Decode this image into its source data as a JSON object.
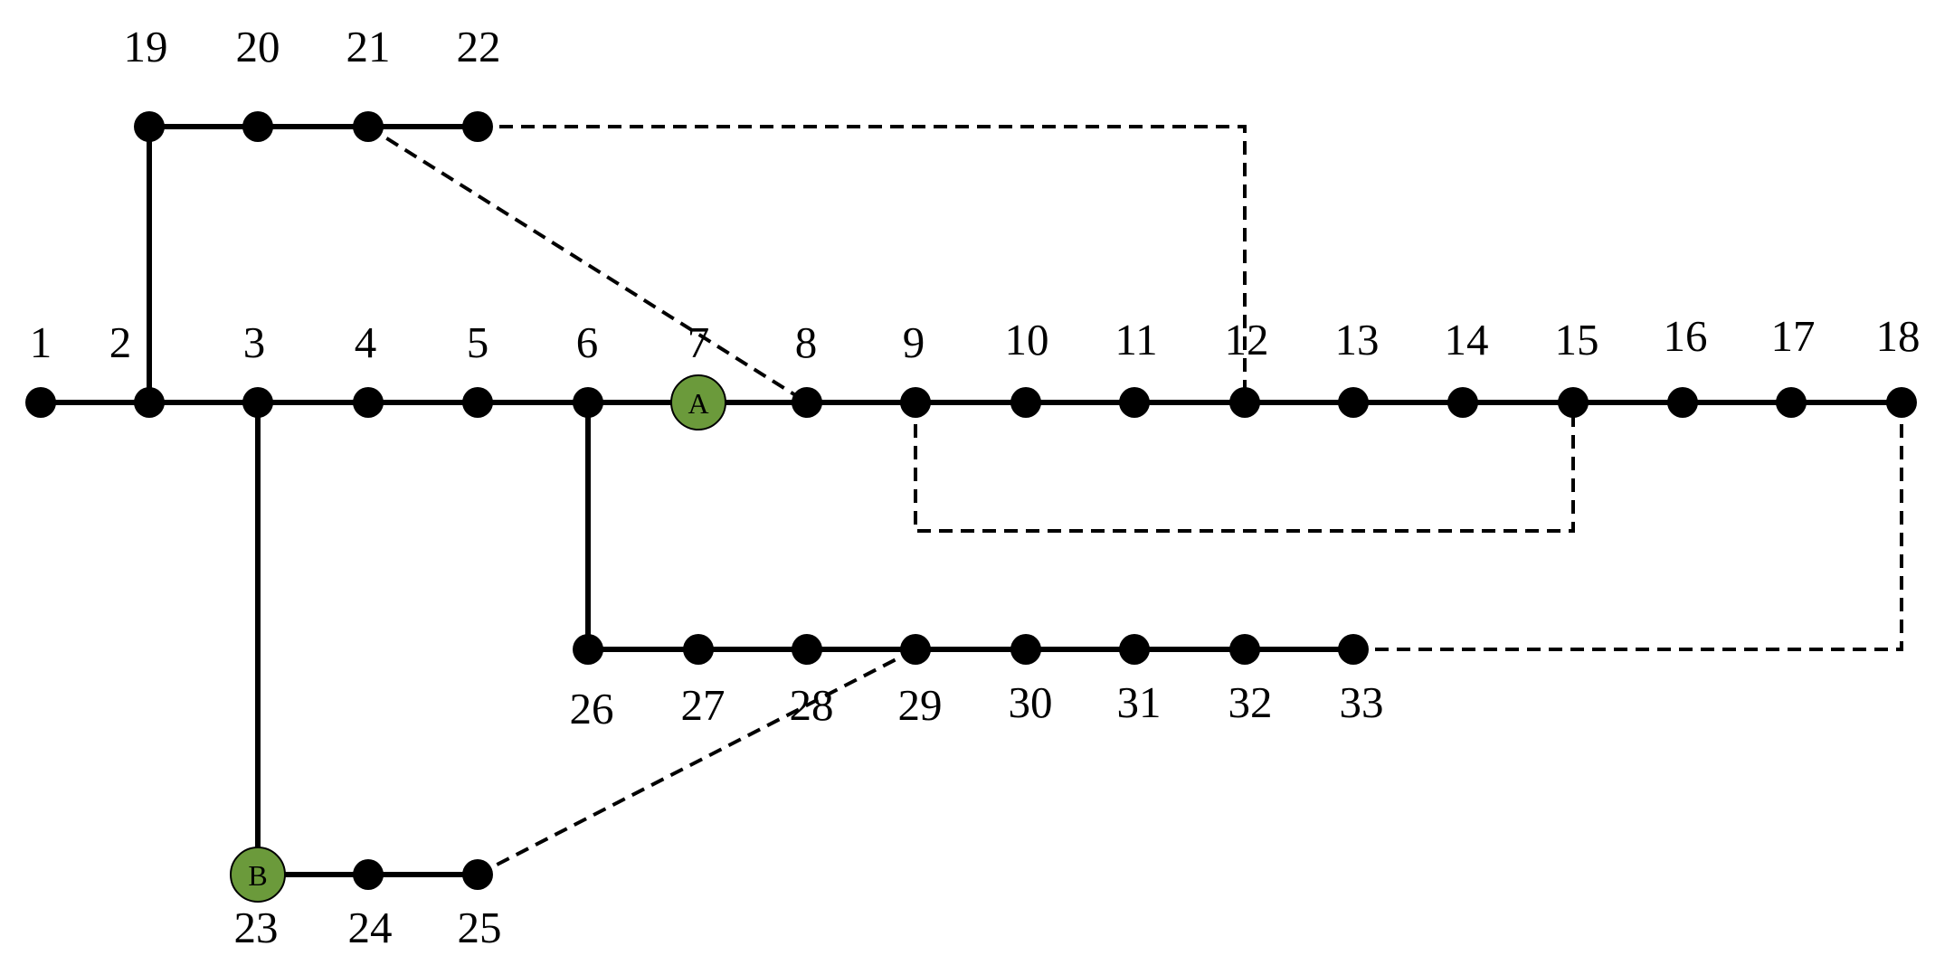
{
  "diagram": {
    "nodes": [
      {
        "id": "1",
        "label": "1"
      },
      {
        "id": "2",
        "label": "2"
      },
      {
        "id": "3",
        "label": "3"
      },
      {
        "id": "4",
        "label": "4"
      },
      {
        "id": "5",
        "label": "5"
      },
      {
        "id": "6",
        "label": "6"
      },
      {
        "id": "7",
        "label": "7",
        "marker": "A"
      },
      {
        "id": "8",
        "label": "8"
      },
      {
        "id": "9",
        "label": "9"
      },
      {
        "id": "10",
        "label": "10"
      },
      {
        "id": "11",
        "label": "11"
      },
      {
        "id": "12",
        "label": "12"
      },
      {
        "id": "13",
        "label": "13"
      },
      {
        "id": "14",
        "label": "14"
      },
      {
        "id": "15",
        "label": "15"
      },
      {
        "id": "16",
        "label": "16"
      },
      {
        "id": "17",
        "label": "17"
      },
      {
        "id": "18",
        "label": "18"
      },
      {
        "id": "19",
        "label": "19"
      },
      {
        "id": "20",
        "label": "20"
      },
      {
        "id": "21",
        "label": "21"
      },
      {
        "id": "22",
        "label": "22"
      },
      {
        "id": "23",
        "label": "23",
        "marker": "B"
      },
      {
        "id": "24",
        "label": "24"
      },
      {
        "id": "25",
        "label": "25"
      },
      {
        "id": "26",
        "label": "26"
      },
      {
        "id": "27",
        "label": "27"
      },
      {
        "id": "28",
        "label": "28"
      },
      {
        "id": "29",
        "label": "29"
      },
      {
        "id": "30",
        "label": "30"
      },
      {
        "id": "31",
        "label": "31"
      },
      {
        "id": "32",
        "label": "32"
      },
      {
        "id": "33",
        "label": "33"
      }
    ],
    "solid_edges": [
      [
        "1",
        "2"
      ],
      [
        "2",
        "3"
      ],
      [
        "3",
        "4"
      ],
      [
        "4",
        "5"
      ],
      [
        "5",
        "6"
      ],
      [
        "6",
        "7"
      ],
      [
        "7",
        "8"
      ],
      [
        "8",
        "9"
      ],
      [
        "9",
        "10"
      ],
      [
        "10",
        "11"
      ],
      [
        "11",
        "12"
      ],
      [
        "12",
        "13"
      ],
      [
        "13",
        "14"
      ],
      [
        "14",
        "15"
      ],
      [
        "15",
        "16"
      ],
      [
        "16",
        "17"
      ],
      [
        "17",
        "18"
      ],
      [
        "2",
        "19"
      ],
      [
        "19",
        "20"
      ],
      [
        "20",
        "21"
      ],
      [
        "21",
        "22"
      ],
      [
        "3",
        "23"
      ],
      [
        "23",
        "24"
      ],
      [
        "24",
        "25"
      ],
      [
        "6",
        "26"
      ],
      [
        "26",
        "27"
      ],
      [
        "27",
        "28"
      ],
      [
        "28",
        "29"
      ],
      [
        "29",
        "30"
      ],
      [
        "30",
        "31"
      ],
      [
        "31",
        "32"
      ],
      [
        "32",
        "33"
      ]
    ],
    "tie_lines": [
      [
        "21",
        "8"
      ],
      [
        "22",
        "12"
      ],
      [
        "9",
        "15"
      ],
      [
        "18",
        "33"
      ],
      [
        "25",
        "29"
      ]
    ],
    "colors": {
      "line": "#000000",
      "node": "#000000",
      "special_node_fill": "#6b9a3b",
      "background": "#ffffff"
    }
  }
}
